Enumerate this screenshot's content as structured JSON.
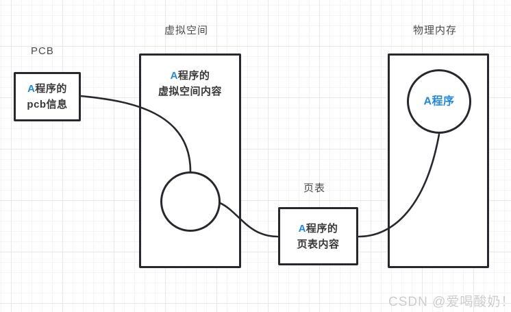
{
  "labels": {
    "pcb": "PCB",
    "virtual_space": "虚拟空间",
    "page_table": "页表",
    "physical_memory": "物理内存"
  },
  "nodes": {
    "pcb_info": {
      "accent": "A",
      "line1": "程序的",
      "line2": "pcb信息"
    },
    "virtual_content": {
      "accent": "A",
      "line1": "程序的",
      "line2": "虚拟空间内容"
    },
    "page_table_content": {
      "accent": "A",
      "line1": "程序的",
      "line2": "页表内容"
    },
    "program_a": {
      "accent": "A",
      "line1": "程序"
    }
  },
  "watermark": "CSDN @爱喝酸奶！",
  "colors": {
    "accent_blue": "#1e88e5",
    "shape_stroke": "#26282d",
    "text": "#383838",
    "label_text": "#4a4a4a",
    "watermark_gray": "#cccccc",
    "grid_minor": "#f4f4f4",
    "grid_major": "#e7e7e7",
    "background": "#ffffff"
  }
}
